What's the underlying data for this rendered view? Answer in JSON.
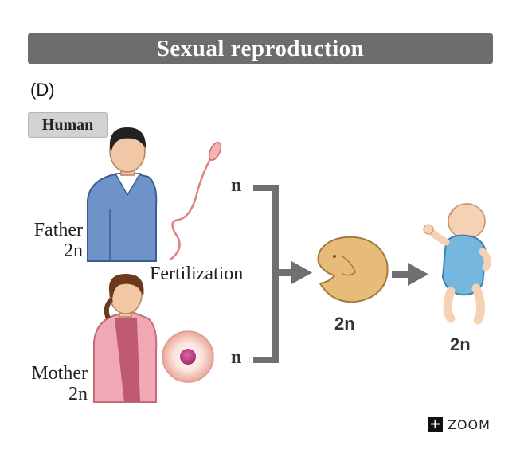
{
  "title": "Sexual reproduction",
  "panel_label": "(D)",
  "category_tag": "Human",
  "father": {
    "label": "Father",
    "ploidy": "2n"
  },
  "mother": {
    "label": "Mother",
    "ploidy": "2n"
  },
  "sperm_ploidy": "n",
  "egg_ploidy": "n",
  "process_label": "Fertilization",
  "embryo_ploidy": "2n",
  "baby_ploidy": "2n",
  "zoom_label": "ZOOM",
  "zoom_icon": "+"
}
